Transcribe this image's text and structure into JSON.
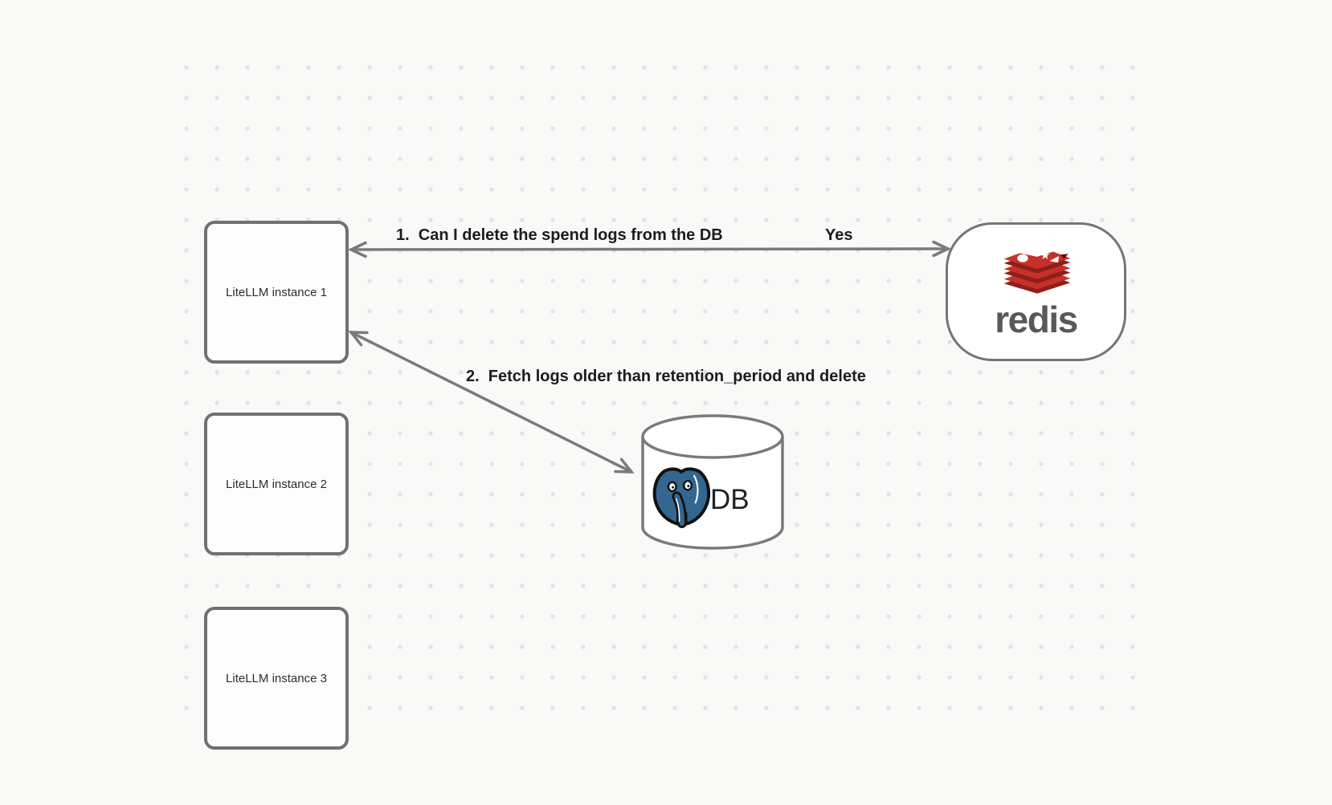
{
  "canvas": {
    "background": "#f9f9f8",
    "dot_color": "#e3e3e3"
  },
  "nodes": {
    "instances": [
      {
        "label": "LiteLLM instance 1"
      },
      {
        "label": "LiteLLM instance 2"
      },
      {
        "label": "LiteLLM instance 3"
      }
    ],
    "redis": {
      "wordmark": "redis",
      "icon": "redis-stack-logo",
      "brand_red": "#c6302b",
      "brand_red_dark": "#8e1f1b",
      "wordmark_color": "#58595b"
    },
    "db": {
      "label": "DB",
      "icon": "postgresql-elephant-logo",
      "elephant_blue": "#336791"
    }
  },
  "arrows": {
    "stroke_color": "#7a7a7a",
    "step1": {
      "label": "1.  Can I delete the spend logs from the DB",
      "response": "Yes",
      "from": "redis",
      "to": "LiteLLM instance 1",
      "bidirectional": true
    },
    "step2": {
      "label": "2.  Fetch logs older than retention_period and delete",
      "from": "DB",
      "to": "LiteLLM instance 1",
      "bidirectional": true
    }
  }
}
